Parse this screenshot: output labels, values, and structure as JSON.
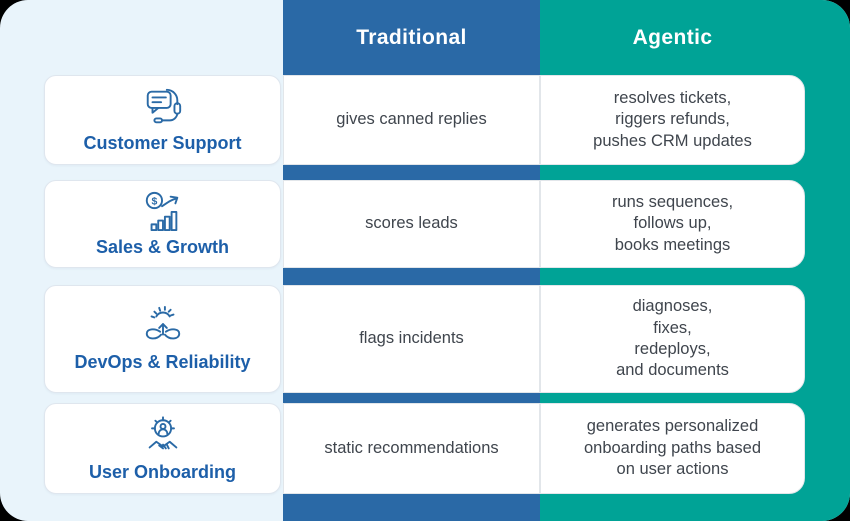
{
  "header": {
    "columns": [
      {
        "label": "Traditional"
      },
      {
        "label": "Agentic"
      }
    ]
  },
  "rows": [
    {
      "category": "Customer Support",
      "icon": "customer-support-headset-icon",
      "traditional": "gives canned replies",
      "agentic": "resolves tickets,\nriggers refunds,\npushes CRM updates"
    },
    {
      "category": "Sales & Growth",
      "icon": "sales-growth-chart-icon",
      "traditional": "scores leads",
      "agentic": "runs sequences,\nfollows up,\nbooks meetings"
    },
    {
      "category": "DevOps & Reliability",
      "icon": "devops-infinity-gear-icon",
      "traditional": "flags incidents",
      "agentic": "diagnoses,\nfixes,\nredeploys,\nand documents"
    },
    {
      "category": "User Onboarding",
      "icon": "user-onboarding-gear-handshake-icon",
      "traditional": "static recommendations",
      "agentic": "generates personalized\nonboarding paths based\non user actions"
    }
  ],
  "colors": {
    "traditional_column": "#2a69a6",
    "agentic_column": "#00a396",
    "page_background": "#e9f4fb",
    "category_text": "#1d5fa9",
    "cell_text": "#3f454d",
    "icon_stroke": "#2a6aa6"
  },
  "chart_data": {
    "type": "table",
    "title": "",
    "columns": [
      "",
      "Traditional",
      "Agentic"
    ],
    "rows": [
      [
        "Customer Support",
        "gives canned replies",
        "resolves tickets, riggers refunds, pushes CRM updates"
      ],
      [
        "Sales & Growth",
        "scores leads",
        "runs sequences, follows up, books meetings"
      ],
      [
        "DevOps & Reliability",
        "flags incidents",
        "diagnoses, fixes, redeploys, and documents"
      ],
      [
        "User Onboarding",
        "static recommendations",
        "generates personalized onboarding paths based on user actions"
      ]
    ]
  }
}
